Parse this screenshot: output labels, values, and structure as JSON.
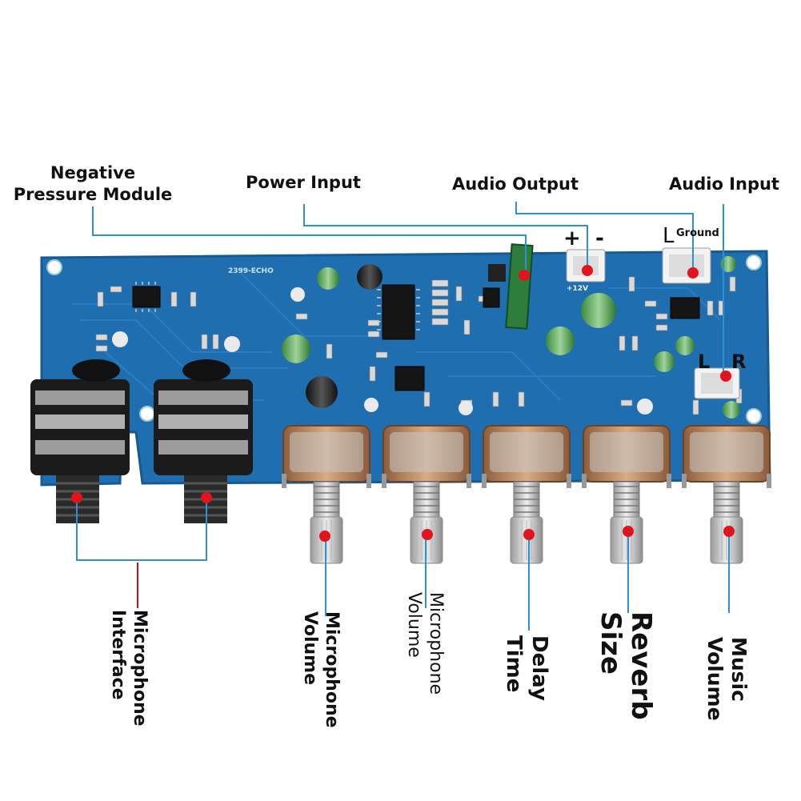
{
  "labels": {
    "negative_pressure": [
      "Negative",
      "Pressure Module"
    ],
    "power_input": "Power Input",
    "audio_output": "Audio Output",
    "audio_input": "Audio Input",
    "mic_interface": [
      "Microphone",
      "Interface"
    ],
    "mic_volume_1": [
      "Microphone",
      "Volume"
    ],
    "mic_volume_2": [
      "Microphone",
      "Volume"
    ],
    "delay_time": [
      "Delay",
      "Time"
    ],
    "reverb_size": [
      "Reverb",
      "Size"
    ],
    "music_volume": [
      "Music",
      "Volume"
    ]
  },
  "board_markings": {
    "model": "2399-ECHO",
    "plus": "+",
    "minus": "-",
    "left": "L",
    "ground": "Ground",
    "right": "R",
    "supply": "+12V"
  },
  "colors": {
    "pcb": "#1f6fb0",
    "pcb_edge": "#175a92",
    "leader": "#2f8fd6",
    "leader_red": "#c0121a",
    "marker": "#e0141c",
    "pot_body": "#b98560",
    "jack_body": "#1b1b1b"
  }
}
